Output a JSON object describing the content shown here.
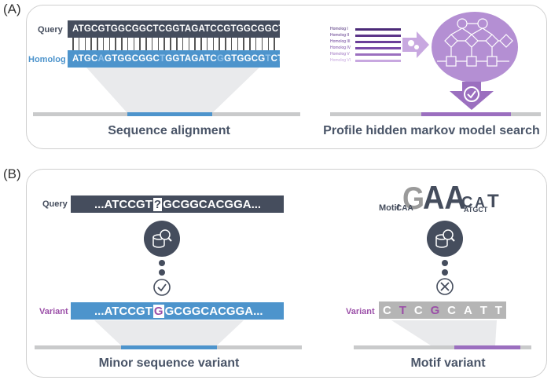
{
  "panel_a": {
    "label": "(A)",
    "query_label": "Query",
    "query_seq": "ATGCGTGGCGGCTCGGTAGATCCGTGGCGGCTCG",
    "homolog_label": "Homolog",
    "homolog_seq_parts": [
      "ATGC",
      "A",
      "GTGGCGGC",
      "T",
      "GGTAGATC",
      "G",
      "GTGGCG",
      "T",
      "CTCG"
    ],
    "caption_left": "Sequence alignment",
    "homologs": [
      "Homolog I",
      "Homolog II",
      "Homolog III",
      "Homolog IV",
      "Homolog V",
      "Homolog VI"
    ],
    "caption_right": "Profile hidden markov model search"
  },
  "panel_b": {
    "label": "(B)",
    "query_label": "Query",
    "query_seq_left": "...ATCCGT",
    "query_unknown": "?",
    "query_seq_right": "GCGGCACGGA...",
    "variant_label": "Variant",
    "variant_seq_left": "...ATCCGT",
    "variant_base": "G",
    "variant_seq_right": "GCGGCACGGA...",
    "caption_left": "Minor sequence variant",
    "motif_label": "Motif",
    "motif_variant_label": "Variant",
    "motif_variant_letters": [
      "C",
      "T",
      "C",
      "G",
      "C",
      "A",
      "T",
      "T"
    ],
    "caption_right": "Motif variant"
  },
  "colors": {
    "query": "#454d5d",
    "homolog": "#4d94cc",
    "purple": "#9b6fbf",
    "light_purple": "#c8a8e0",
    "variant_gray": "#b5b5b5"
  },
  "icon_names": [
    "gear-icon",
    "database-search-icon",
    "check-circle-icon",
    "x-circle-icon",
    "arrow-right-icon",
    "arrow-down-icon"
  ]
}
